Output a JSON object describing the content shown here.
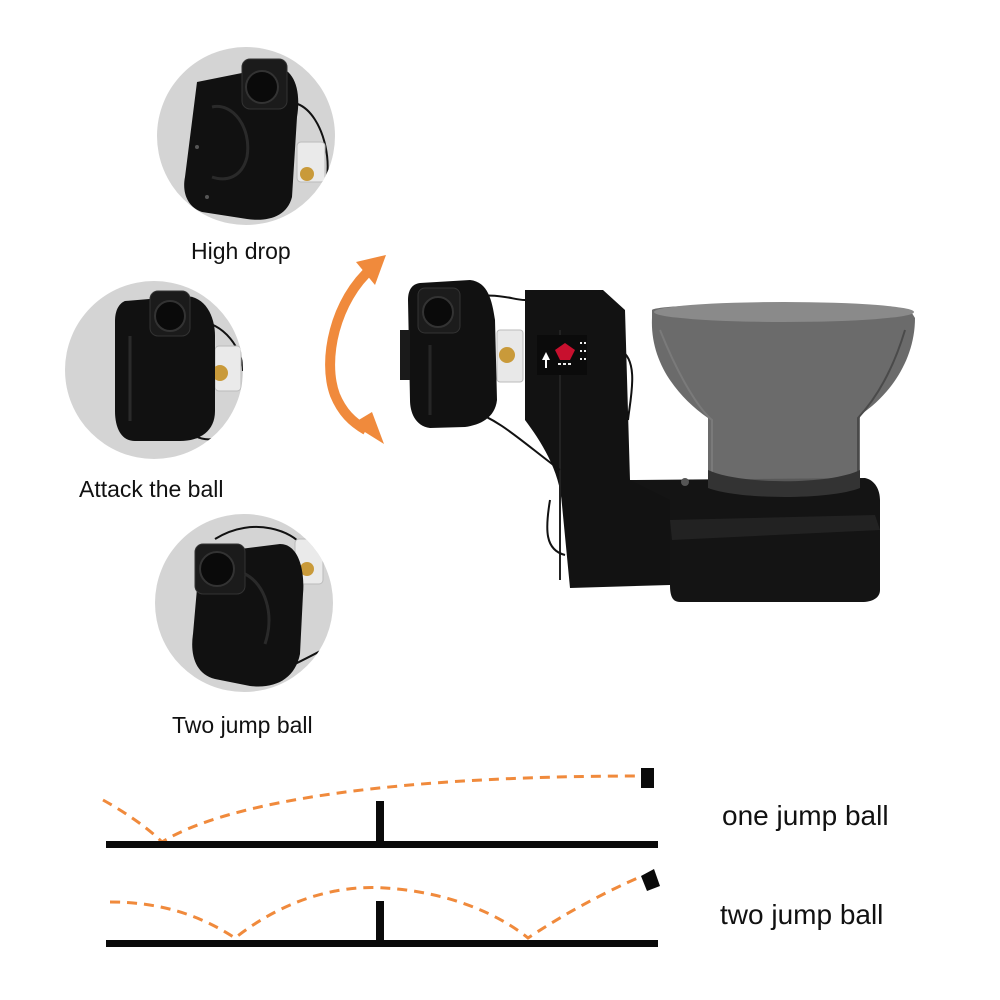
{
  "modes": [
    {
      "label": "High drop"
    },
    {
      "label": "Attack the ball"
    },
    {
      "label": "Two jump ball"
    }
  ],
  "trajectories": [
    {
      "label": "one jump ball"
    },
    {
      "label": "two jump ball"
    }
  ],
  "colors": {
    "accent": "#f08a3c",
    "machine": "#121212",
    "circle_bg": "#d4d4d4",
    "hopper": "#5a5a5a"
  }
}
